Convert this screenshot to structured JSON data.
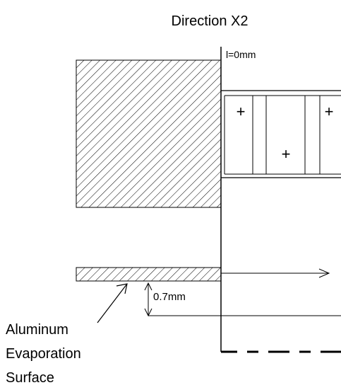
{
  "title": "Direction X2",
  "start_label": "l=0mm",
  "gap_label": "0.7mm",
  "surface_label_lines": [
    "Aluminum",
    "Evaporation",
    "Surface"
  ],
  "plus_sign": "+",
  "colors": {
    "line": "#000000",
    "background": "#ffffff"
  }
}
